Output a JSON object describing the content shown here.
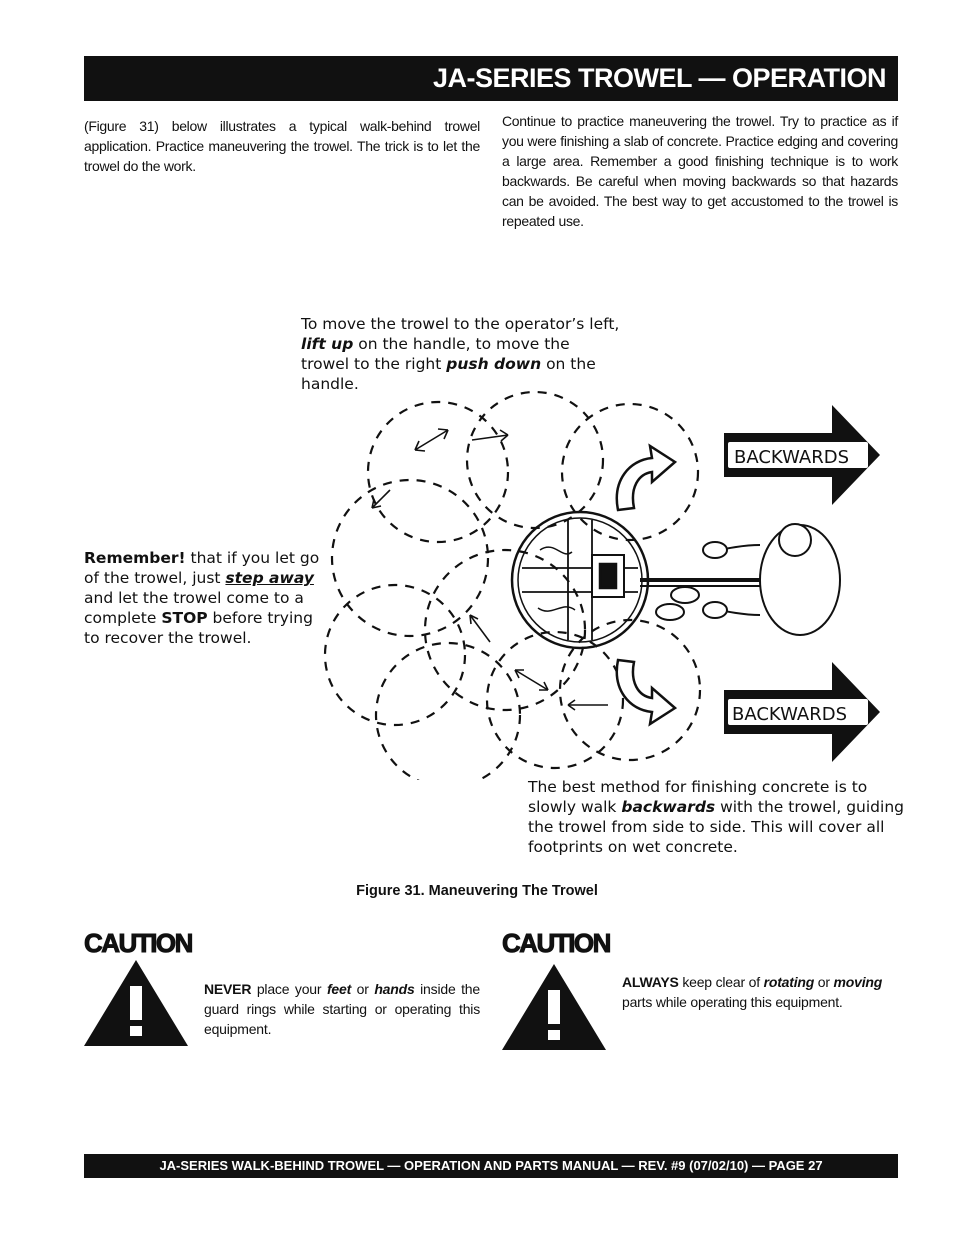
{
  "header": {
    "title": "JA-SERIES TROWEL — OPERATION"
  },
  "intro": {
    "left": "(Figure 31) below illustrates a typical walk-behind trowel application. Practice maneuvering the trowel. The trick is to let the trowel do the work.",
    "right": "Continue to practice maneuvering the trowel. Try to practice as if you were finishing a slab of concrete. Practice edging and covering a large area. Remember a good finishing technique is to work backwards. Be careful when moving backwards so that hazards can be avoided. The best way to get accustomed to the trowel is repeated use."
  },
  "figure": {
    "top_note": {
      "p1": "To move the trowel to the operator’s left, ",
      "em1": "lift up",
      "p2": " on the handle, to move the trowel to the right ",
      "em2": "push down",
      "p3": " on the handle."
    },
    "left_note": {
      "lead": "Remember!",
      "p1": " that if you let go of the trowel, just ",
      "em1": "step away",
      "p2": " and let the trowel come to a complete ",
      "em2": "STOP",
      "p3": " before trying to recover the trowel."
    },
    "bottom_note": {
      "p1": "The best method for finishing concrete is to slowly walk ",
      "em1": "backwards",
      "p2": " with the trowel, guiding the trowel from side to side. This will cover all footprints on wet concrete."
    },
    "arrow_top_label": "BACKWARDS",
    "arrow_bottom_label": "BACKWARDS",
    "caption": "Figure 31.  Maneuvering The Trowel"
  },
  "cautions": [
    {
      "heading": "CAUTION",
      "lead": "NEVER",
      "p1": " place your ",
      "em1": "feet",
      "p2": " or ",
      "em2": "hands",
      "p3": " inside the guard rings while starting or operating this equipment."
    },
    {
      "heading": "CAUTION",
      "lead": "ALWAYS",
      "p1": "  keep clear of ",
      "em1": "rotating",
      "p2": " or ",
      "em2": "moving",
      "p3": " parts while operating this equipment."
    }
  ],
  "footer": {
    "text": "JA-SERIES  WALK-BEHIND TROWEL — OPERATION AND PARTS MANUAL — REV. #9 (07/02/10) — PAGE 27"
  }
}
